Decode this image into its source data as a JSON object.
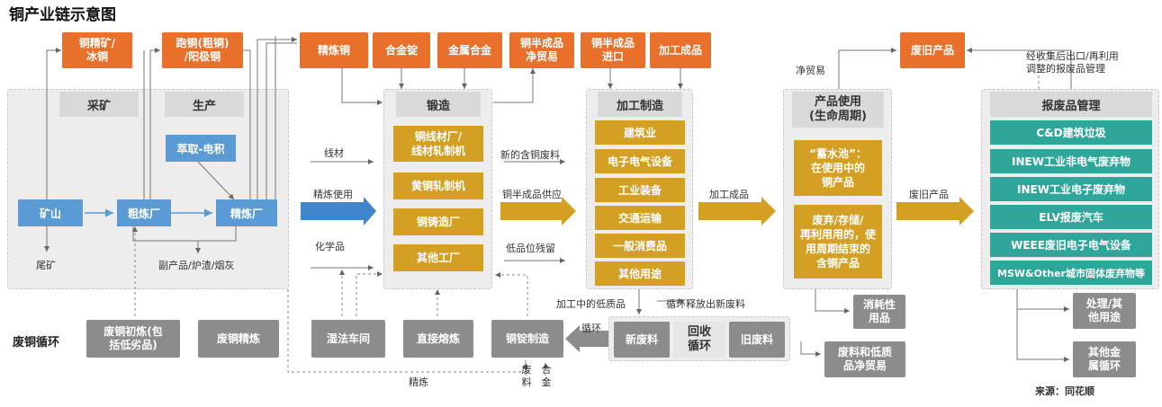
{
  "title": "铜产业链示意图",
  "top_boxes": {
    "concentrate": "铜精矿/\n冰铜",
    "blister": "跑铜(粗铜)\n/阳极铜",
    "refined": "精炼铜",
    "alloy_ingot": "合金锭",
    "metal_alloy": "金属合金",
    "semi_trade": "铜半成品\n净贸易",
    "semi_import": "铜半成品\n进口",
    "finished": "加工成品",
    "scrap_product": "废旧产品"
  },
  "headers": {
    "mining": "采矿",
    "production": "生产",
    "forging": "锻造",
    "processing": "加工制造",
    "product_use": "产品使用\n(生命周期)",
    "scrap_mgmt": "报废品管理",
    "recycle": "回收\n循环"
  },
  "blue_boxes": {
    "mine": "矿山",
    "smelter": "粗炼厂",
    "refinery": "精炼厂",
    "sxew": "萃取-电积"
  },
  "forging_items": [
    "铜线材厂/\n线材轧制机",
    "黄铜轧制机",
    "铜铸造厂",
    "其他工厂"
  ],
  "processing_items": [
    "建筑业",
    "电子电气设备",
    "工业装备",
    "交通运输",
    "一般消费品",
    "其他用途"
  ],
  "use_items": [
    "“蓄水池”：\n在使用中的\n铜产品",
    "废弃/存储/\n再利用用的，使\n用周期结束的\n含铜产品"
  ],
  "scrap_items": [
    "C&D建筑垃圾",
    "INEW工业非电气废弃物",
    "INEW工业电子废弃物",
    "ELV报废汽车",
    "WEEE废旧电子电气设备",
    "MSW&Other城市固体废弃物等"
  ],
  "bottom": {
    "section_label": "废铜循环",
    "fire_refine": "废铜初炼(包\n括低劣品)",
    "scrap_refine": "废铜精炼",
    "wet_workshop": "湿法车间",
    "direct_melt": "直接熔炼",
    "ingot_make": "铜锭制造",
    "new_scrap": "新废料",
    "old_scrap": "旧废料",
    "consumables": "消耗性\n用品",
    "scrap_trade": "废料和低质\n品净贸易",
    "treat_other": "处理/其\n他用途",
    "other_metal": "其他金\n属循环"
  },
  "labels": {
    "tailings": "尾矿",
    "byproducts": "副产品/炉渣/烟灰",
    "wire": "线材",
    "refined_use": "精炼使用",
    "chemicals": "化学品",
    "new_cu_scrap": "新的含铜废料",
    "semi_supply": "铜半成品供应",
    "low_residue": "低品位残留",
    "finished_goods": "加工成品",
    "scrap_goods": "废旧产品",
    "net_trade": "净贸易",
    "export_note": "经收集后出口/再利用\n调整的报废品管理",
    "low_in_process": "加工中的低质品",
    "cycle_release": "循环释放出新废料",
    "cycle": "循环",
    "refining": "精炼",
    "scrap_v": "废\n料",
    "alloy_v": "合\n金",
    "source": "来源：同花顺"
  },
  "colors": {
    "orange": "#e8702a",
    "blue": "#5b9bd5",
    "gold": "#d4a024",
    "teal": "#2fa69a",
    "grey": "#8c8c8c"
  }
}
